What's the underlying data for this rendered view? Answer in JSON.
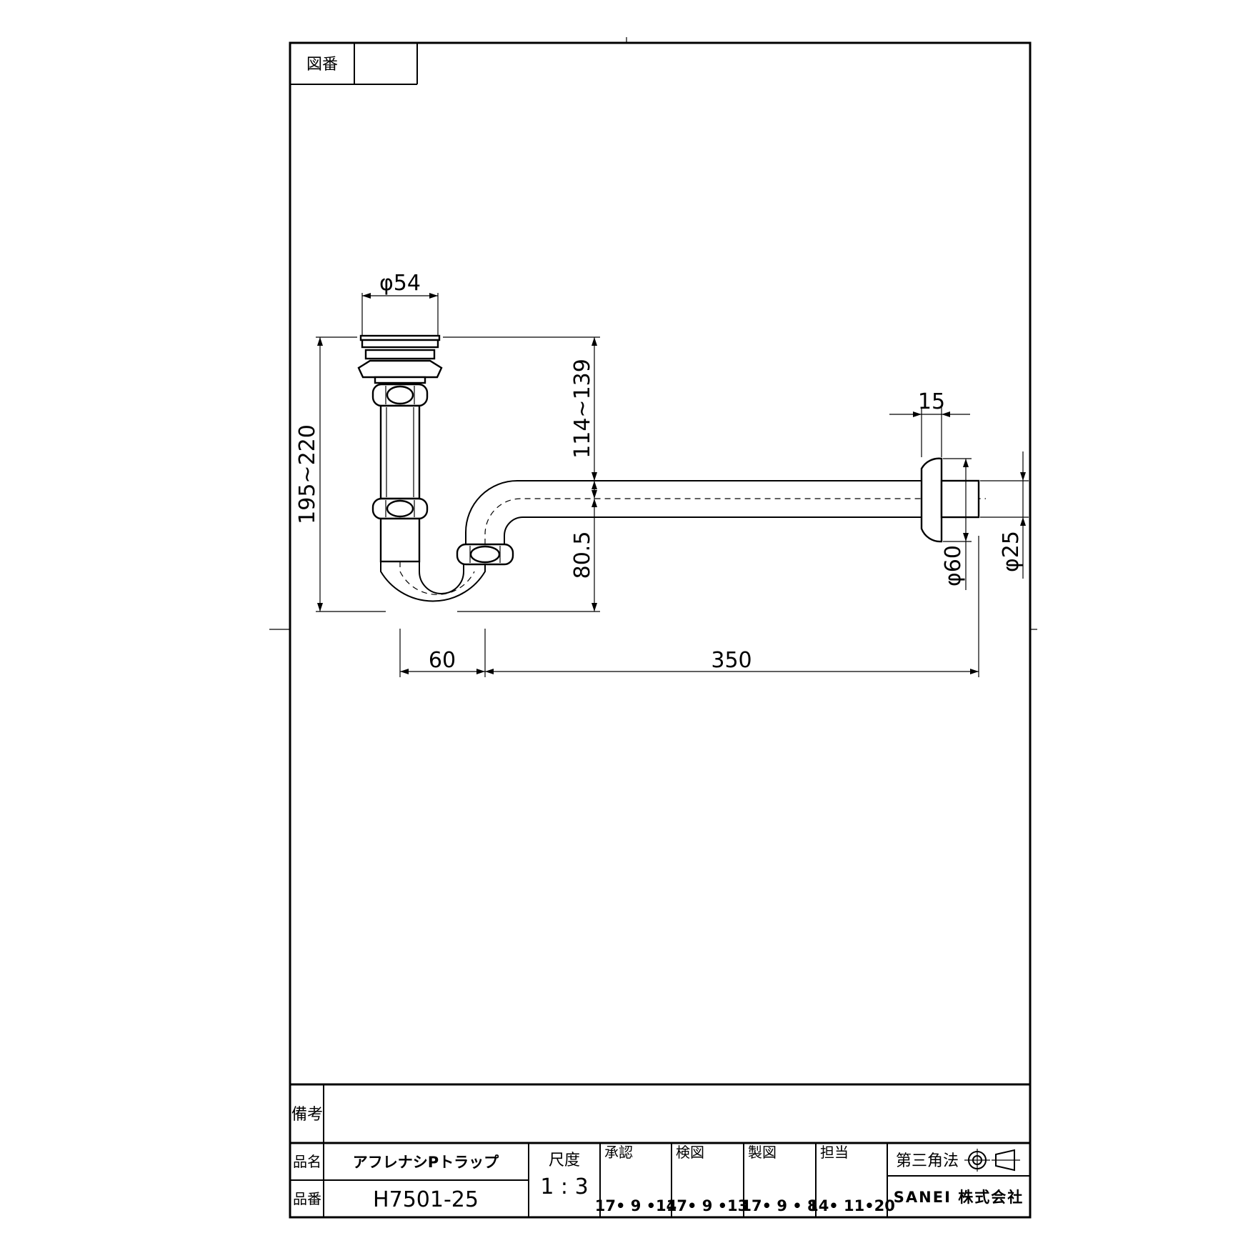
{
  "drawing_no_label": "図番",
  "drawing_no_value": "",
  "remarks_label": "備考",
  "remarks_value": "",
  "product_name_label": "品名",
  "product_name": "アフレナシPトラップ",
  "product_no_label": "品番",
  "product_no": "H7501-25",
  "scale_label": "尺度",
  "scale": "1 : 3",
  "approval_label": "承認",
  "approval_date": "17• 9 •14",
  "check_label": "検図",
  "check_date": "17• 9 •13",
  "drafting_label": "製図",
  "drafting_date": "17• 9 • 8",
  "person_label": "担当",
  "person_date": "14• 11•20",
  "projection_label": "第三角法",
  "company": "SANEI 株式会社",
  "dimensions": {
    "top_diameter": "φ54",
    "total_height": "195~220",
    "upper_height": "114~139",
    "lower_height": "80.5",
    "flange_width": "15",
    "flange_diameter": "φ60",
    "pipe_diameter": "φ25",
    "bend_width": "60",
    "horizontal_length": "350"
  }
}
